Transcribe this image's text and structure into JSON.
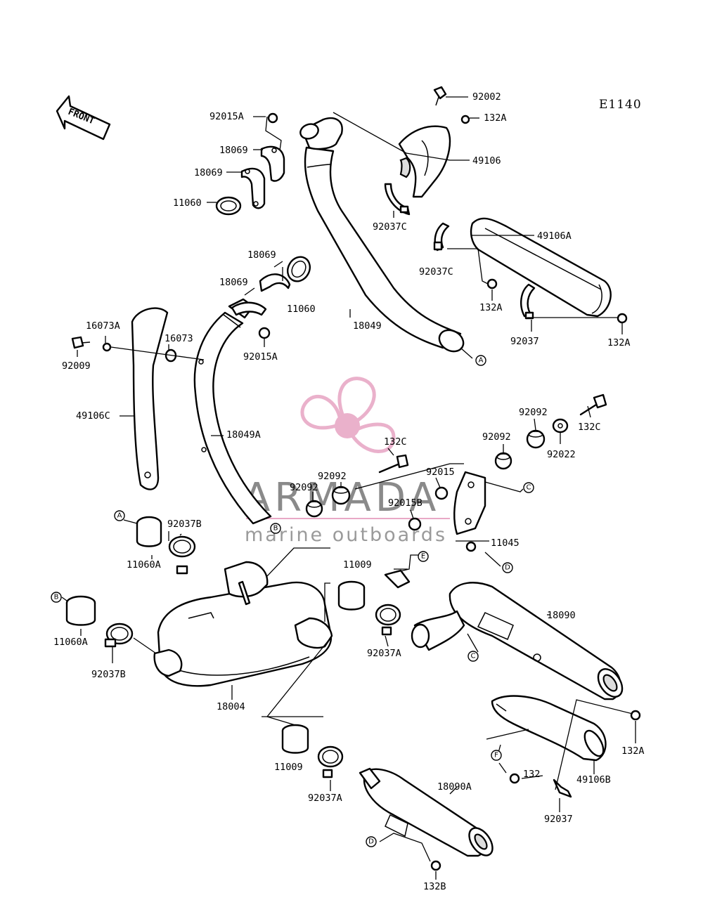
{
  "diagram_code": "E1140",
  "front_label": "FRONT",
  "watermark": {
    "name": "ARMADA",
    "tagline": "marine outboards",
    "accent": "#e8a9c6"
  },
  "colors": {
    "line": "#000000",
    "background": "#ffffff"
  },
  "part_labels": [
    "92002",
    "132A",
    "49106",
    "92015A",
    "18069",
    "18069",
    "11060",
    "92037C",
    "49106A",
    "92037C",
    "132A",
    "18049",
    "92037",
    "132A",
    "18069",
    "18069",
    "11060",
    "92015A",
    "16073A",
    "16073",
    "92009",
    "49106C",
    "18049A",
    "132C",
    "92092",
    "92092",
    "92022",
    "92092",
    "132C",
    "92092",
    "92015",
    "92015B",
    "11045",
    "92037B",
    "11060A",
    "11009",
    "11060A",
    "92037B",
    "92037A",
    "18090",
    "18004",
    "11009",
    "92037A",
    "18090A",
    "132B",
    "132",
    "92037",
    "49106B",
    "132A"
  ],
  "reference_markers": [
    "A",
    "A",
    "B",
    "B",
    "C",
    "C",
    "D",
    "D",
    "E",
    "F"
  ]
}
